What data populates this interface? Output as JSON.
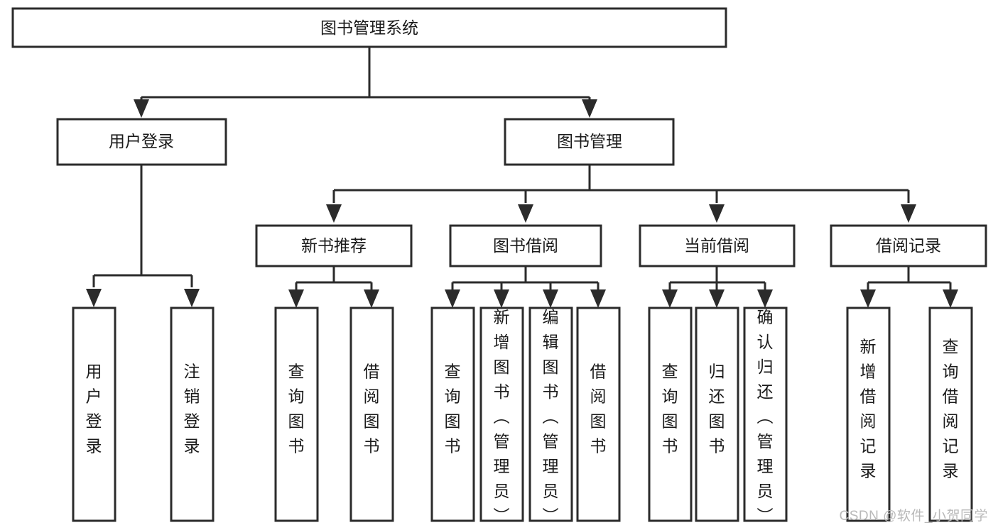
{
  "diagram": {
    "title": "图书管理系统",
    "type": "tree",
    "orientation": "top-down",
    "colors": {
      "box_fill": "#ffffff",
      "box_stroke": "#2b2b2b",
      "text": "#1a1a1a",
      "background": "#ffffff",
      "watermark": "#b9b9b9"
    },
    "root": {
      "label": "图书管理系统"
    },
    "level2": [
      {
        "label": "用户登录"
      },
      {
        "label": "图书管理"
      }
    ],
    "level3": [
      {
        "label": "新书推荐"
      },
      {
        "label": "图书借阅"
      },
      {
        "label": "当前借阅"
      },
      {
        "label": "借阅记录"
      }
    ],
    "leaves": {
      "user_login": [
        {
          "label": "用户登录"
        },
        {
          "label": "注销登录"
        }
      ],
      "new_book_recommend": [
        {
          "label": "查询图书"
        },
        {
          "label": "借阅图书"
        }
      ],
      "book_borrow": [
        {
          "label": "查询图书"
        },
        {
          "label": "新增图书（管理员）"
        },
        {
          "label": "编辑图书（管理员）"
        },
        {
          "label": "借阅图书"
        }
      ],
      "current_borrow": [
        {
          "label": "查询图书"
        },
        {
          "label": "归还图书"
        },
        {
          "label": "确认归还（管理员）"
        }
      ],
      "borrow_record": [
        {
          "label": "新增借阅记录"
        },
        {
          "label": "查询借阅记录"
        }
      ]
    }
  },
  "watermark": {
    "text": "CSDN @软件_小贺同学"
  }
}
